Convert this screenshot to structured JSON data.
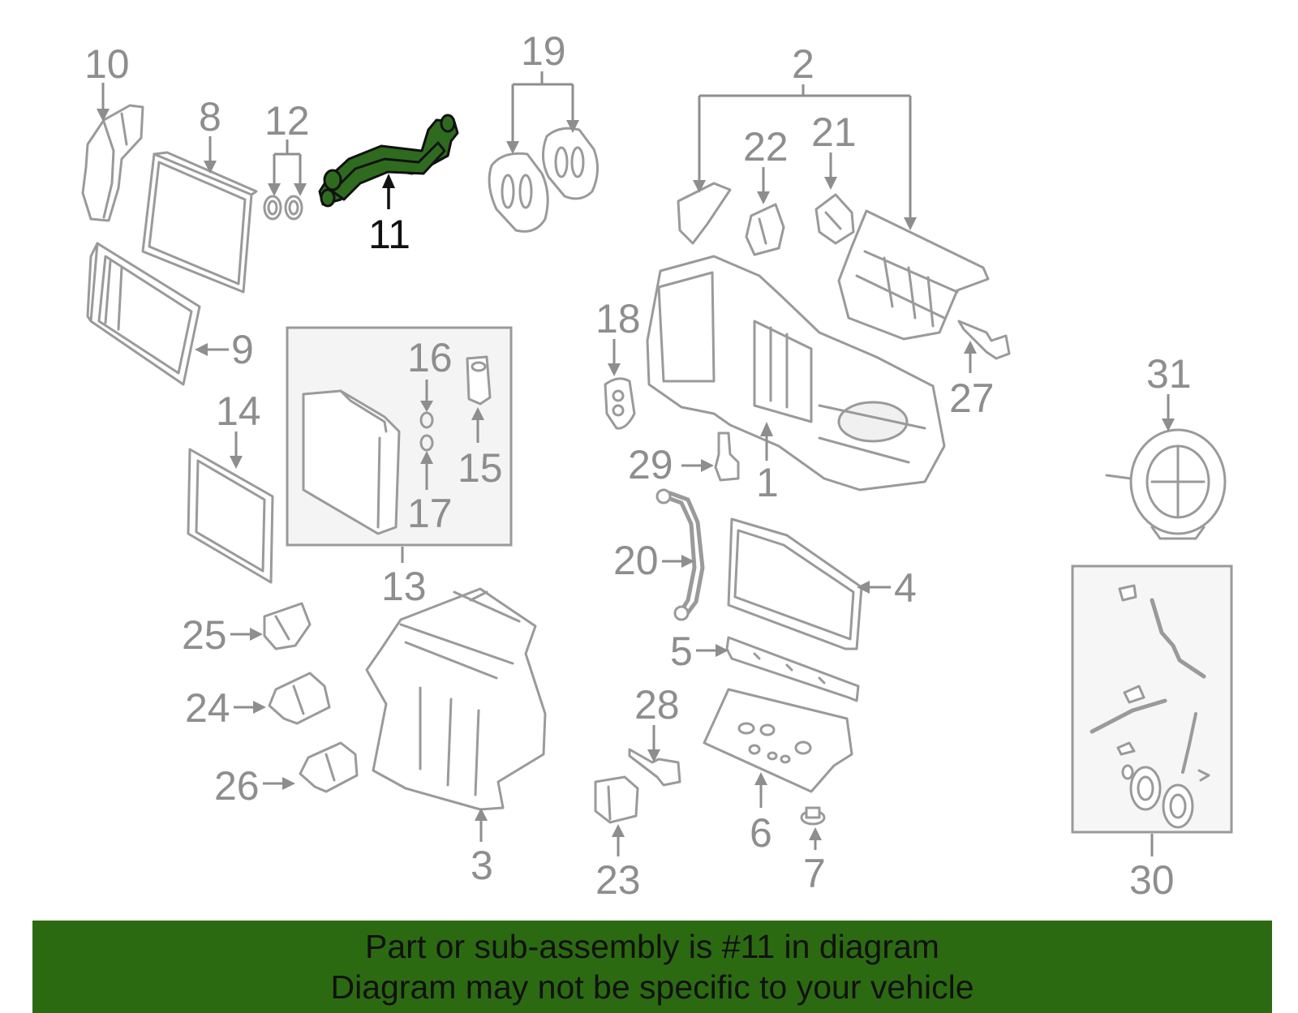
{
  "diagram": {
    "highlight_color": "#2f6b1f",
    "highlighted_part": "11",
    "callouts": {
      "c1": "1",
      "c2": "2",
      "c3": "3",
      "c4": "4",
      "c5": "5",
      "c6": "6",
      "c7": "7",
      "c8": "8",
      "c9": "9",
      "c10": "10",
      "c11": "11",
      "c12": "12",
      "c13": "13",
      "c14": "14",
      "c15": "15",
      "c16": "16",
      "c17": "17",
      "c18": "18",
      "c19": "19",
      "c20": "20",
      "c21": "21",
      "c22": "22",
      "c23": "23",
      "c24": "24",
      "c25": "25",
      "c26": "26",
      "c27": "27",
      "c28": "28",
      "c29": "29",
      "c30": "30",
      "c31": "31"
    }
  },
  "banner": {
    "background_color": "#2c6a12",
    "line1": "Part or sub-assembly is #11 in diagram",
    "line2": "Diagram may not be specific to your vehicle"
  }
}
